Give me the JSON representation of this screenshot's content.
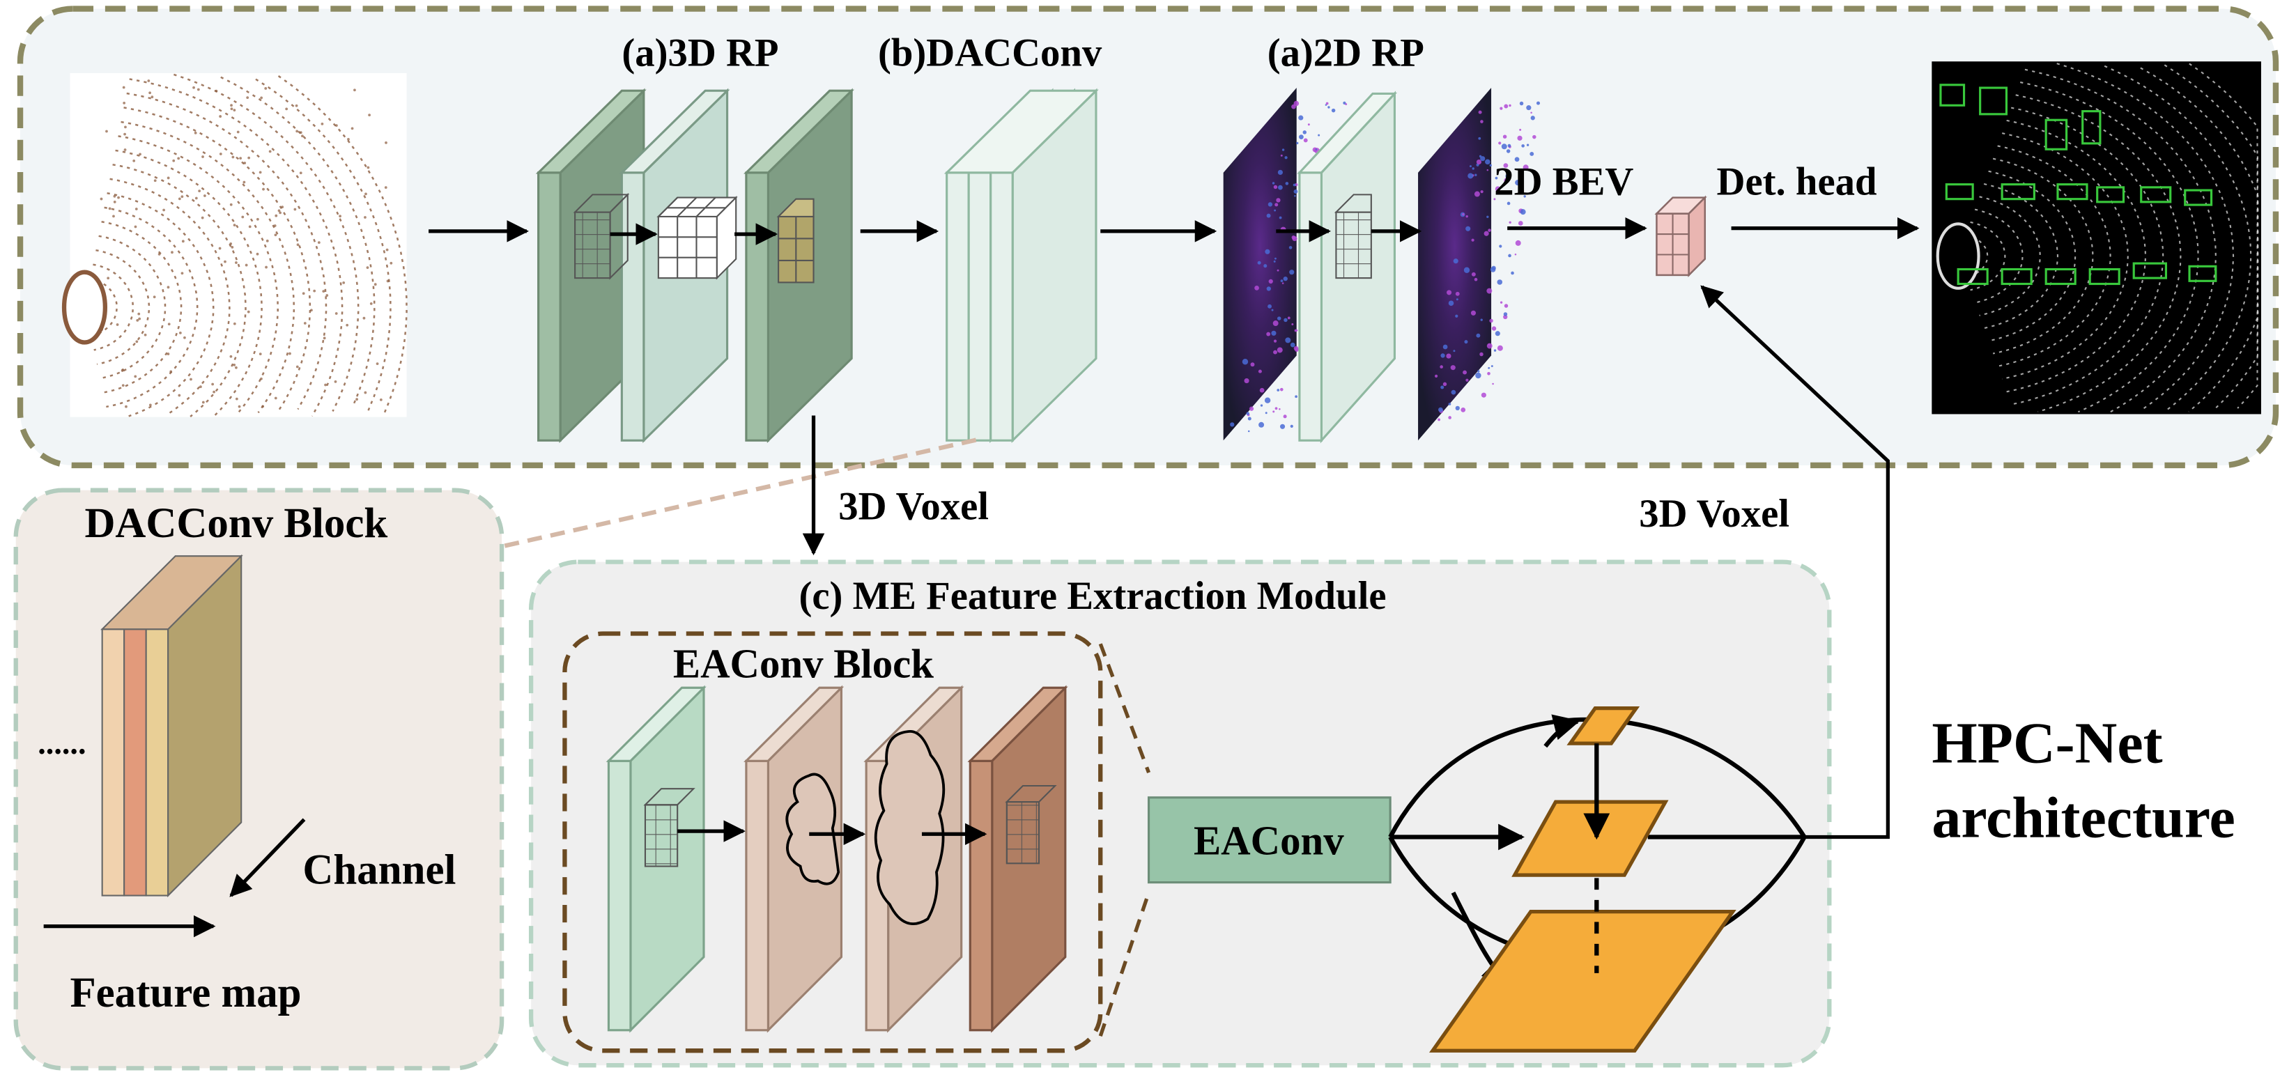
{
  "labels": {
    "rp3d": "(a)3D RP",
    "daccconv": "(b)DACConv",
    "rp2d": "(a)2D RP",
    "bev2d": "2D BEV",
    "det_head": "Det. head",
    "voxel_left": "3D Voxel",
    "voxel_right": "3D Voxel",
    "dacconv_block": "DACConv Block",
    "me_module": "(c) ME Feature Extraction Module",
    "eaconv_block": "EAConv Block",
    "eaconv": "EAConv",
    "channel": "Channel",
    "feature_map": "Feature map",
    "dots": "......",
    "title_line1": "HPC-Net",
    "title_line2": "architecture"
  },
  "colors": {
    "top_panel_fill": "#f1f5f7",
    "top_panel_border": "#8c8a62",
    "dacconv_panel_fill": "#f1ebe6",
    "dacconv_panel_border": "#b3ccbe",
    "me_panel_fill": "#efefef",
    "me_panel_border": "#b6d4c4",
    "eaconv_block_border": "#6b4a22",
    "green_dark": "#8fac93",
    "green_light": "#dcebe4",
    "green_mid": "#c8e2d3",
    "rose_light": "#d6bcac",
    "rose_dark": "#b07e63",
    "orange": "#f5ac3a",
    "bev_cube": "#f2c9c6",
    "eaconv_box": "#97c4a8",
    "point_cloud_color": "#8a5a3c",
    "detection_box": "#39c83c"
  },
  "icons": {
    "input": "point-cloud-image",
    "output": "detection-result-image",
    "bev_features": "bev-feature-map-image"
  }
}
